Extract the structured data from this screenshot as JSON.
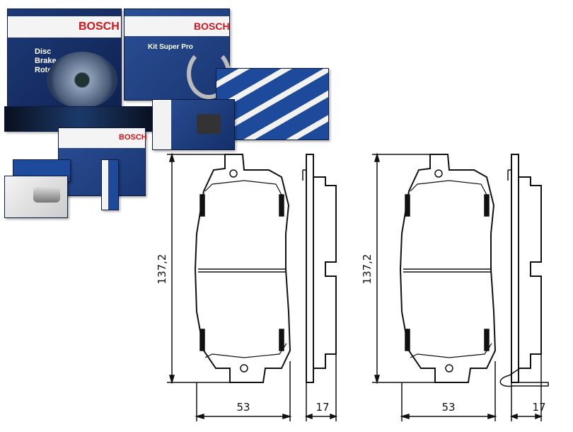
{
  "products": {
    "brand": "BOSCH",
    "rotor_box": {
      "title_lines": [
        "Disc",
        "Brake",
        "Rotor"
      ]
    },
    "shoe_box": {
      "title": "Kit Super Pro"
    }
  },
  "drawing": {
    "height_label": "137,2",
    "width_label": "53",
    "thickness_label": "17",
    "line_color": "#111111"
  },
  "colors": {
    "box_blue": "#1d3a78",
    "brand_red": "#d0141c"
  }
}
